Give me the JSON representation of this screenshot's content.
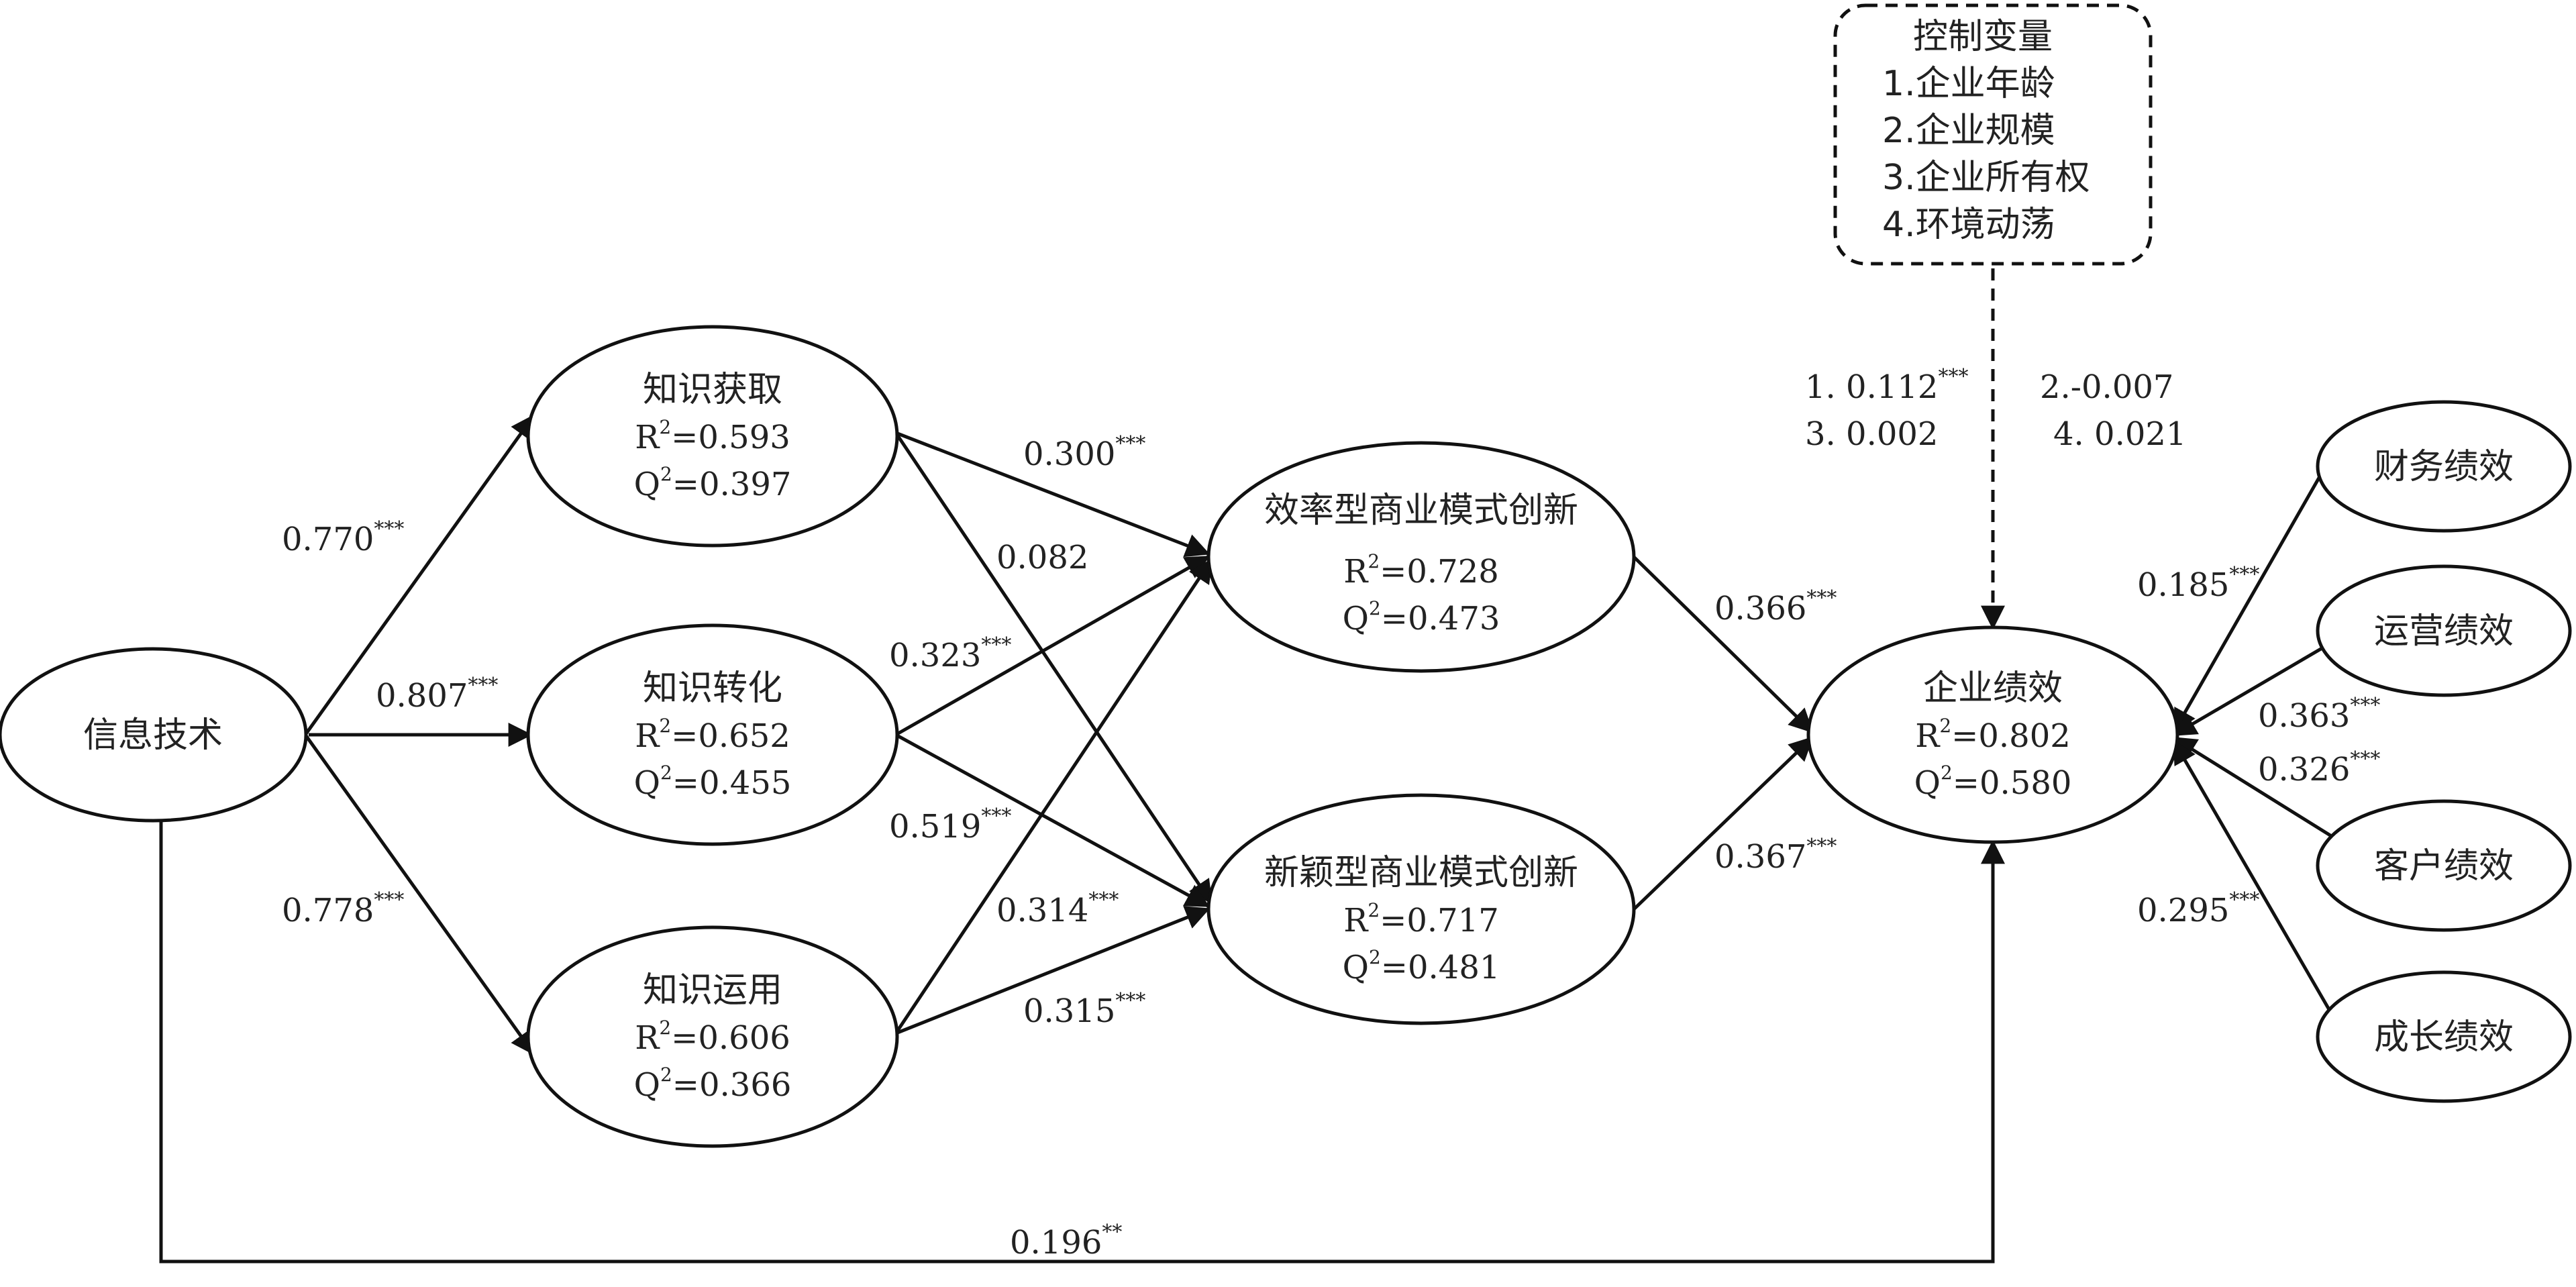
{
  "nodes": {
    "it": {
      "name": "信息技术"
    },
    "acq": {
      "name": "知识获取",
      "r2": "=0.593",
      "q2": "=0.397"
    },
    "conv": {
      "name": "知识转化",
      "r2": "=0.652",
      "q2": "=0.455"
    },
    "app": {
      "name": "知识运用",
      "r2": "=0.606",
      "q2": "=0.366"
    },
    "eff": {
      "name": "效率型商业模式创新",
      "r2": "=0.728",
      "q2": "=0.473"
    },
    "nov": {
      "name": "新颖型商业模式创新",
      "r2": "=0.717",
      "q2": "=0.481"
    },
    "perf": {
      "name": "企业绩效",
      "r2": "=0.802",
      "q2": "=0.580"
    },
    "fin": {
      "name": "财务绩效"
    },
    "ops": {
      "name": "运营绩效"
    },
    "cust": {
      "name": "客户绩效"
    },
    "grow": {
      "name": "成长绩效"
    }
  },
  "r_letter": "R",
  "q_letter": "Q",
  "sq": "2",
  "control": {
    "title": "控制变量",
    "items": [
      "1.企业年龄",
      "2.企业规模",
      "3.企业所有权",
      "4.环境动荡"
    ]
  },
  "control_coefficients": [
    {
      "label": "1. 0.112",
      "stars": "***"
    },
    {
      "label": "2.-0.007",
      "stars": ""
    },
    {
      "label": "3. 0.002",
      "stars": ""
    },
    {
      "label": "4. 0.021",
      "stars": ""
    }
  ],
  "paths": {
    "it_acq": {
      "value": "0.770",
      "stars": "***"
    },
    "it_conv": {
      "value": "0.807",
      "stars": "***"
    },
    "it_app": {
      "value": "0.778",
      "stars": "***"
    },
    "acq_eff": {
      "value": "0.300",
      "stars": "***"
    },
    "acq_nov": {
      "value": "0.082",
      "stars": ""
    },
    "conv_eff": {
      "value": "0.323",
      "stars": "***"
    },
    "conv_nov": {
      "value": "0.519",
      "stars": "***"
    },
    "app_eff": {
      "value": "0.314",
      "stars": "***"
    },
    "app_nov": {
      "value": "0.315",
      "stars": "***"
    },
    "eff_perf": {
      "value": "0.366",
      "stars": "***"
    },
    "nov_perf": {
      "value": "0.367",
      "stars": "***"
    },
    "fin_perf": {
      "value": "0.185",
      "stars": "***"
    },
    "ops_perf": {
      "value": "0.363",
      "stars": "***"
    },
    "cust_perf": {
      "value": "0.326",
      "stars": "***"
    },
    "grow_perf": {
      "value": "0.295",
      "stars": "***"
    },
    "it_perf": {
      "value": "0.196",
      "stars": "**"
    }
  }
}
